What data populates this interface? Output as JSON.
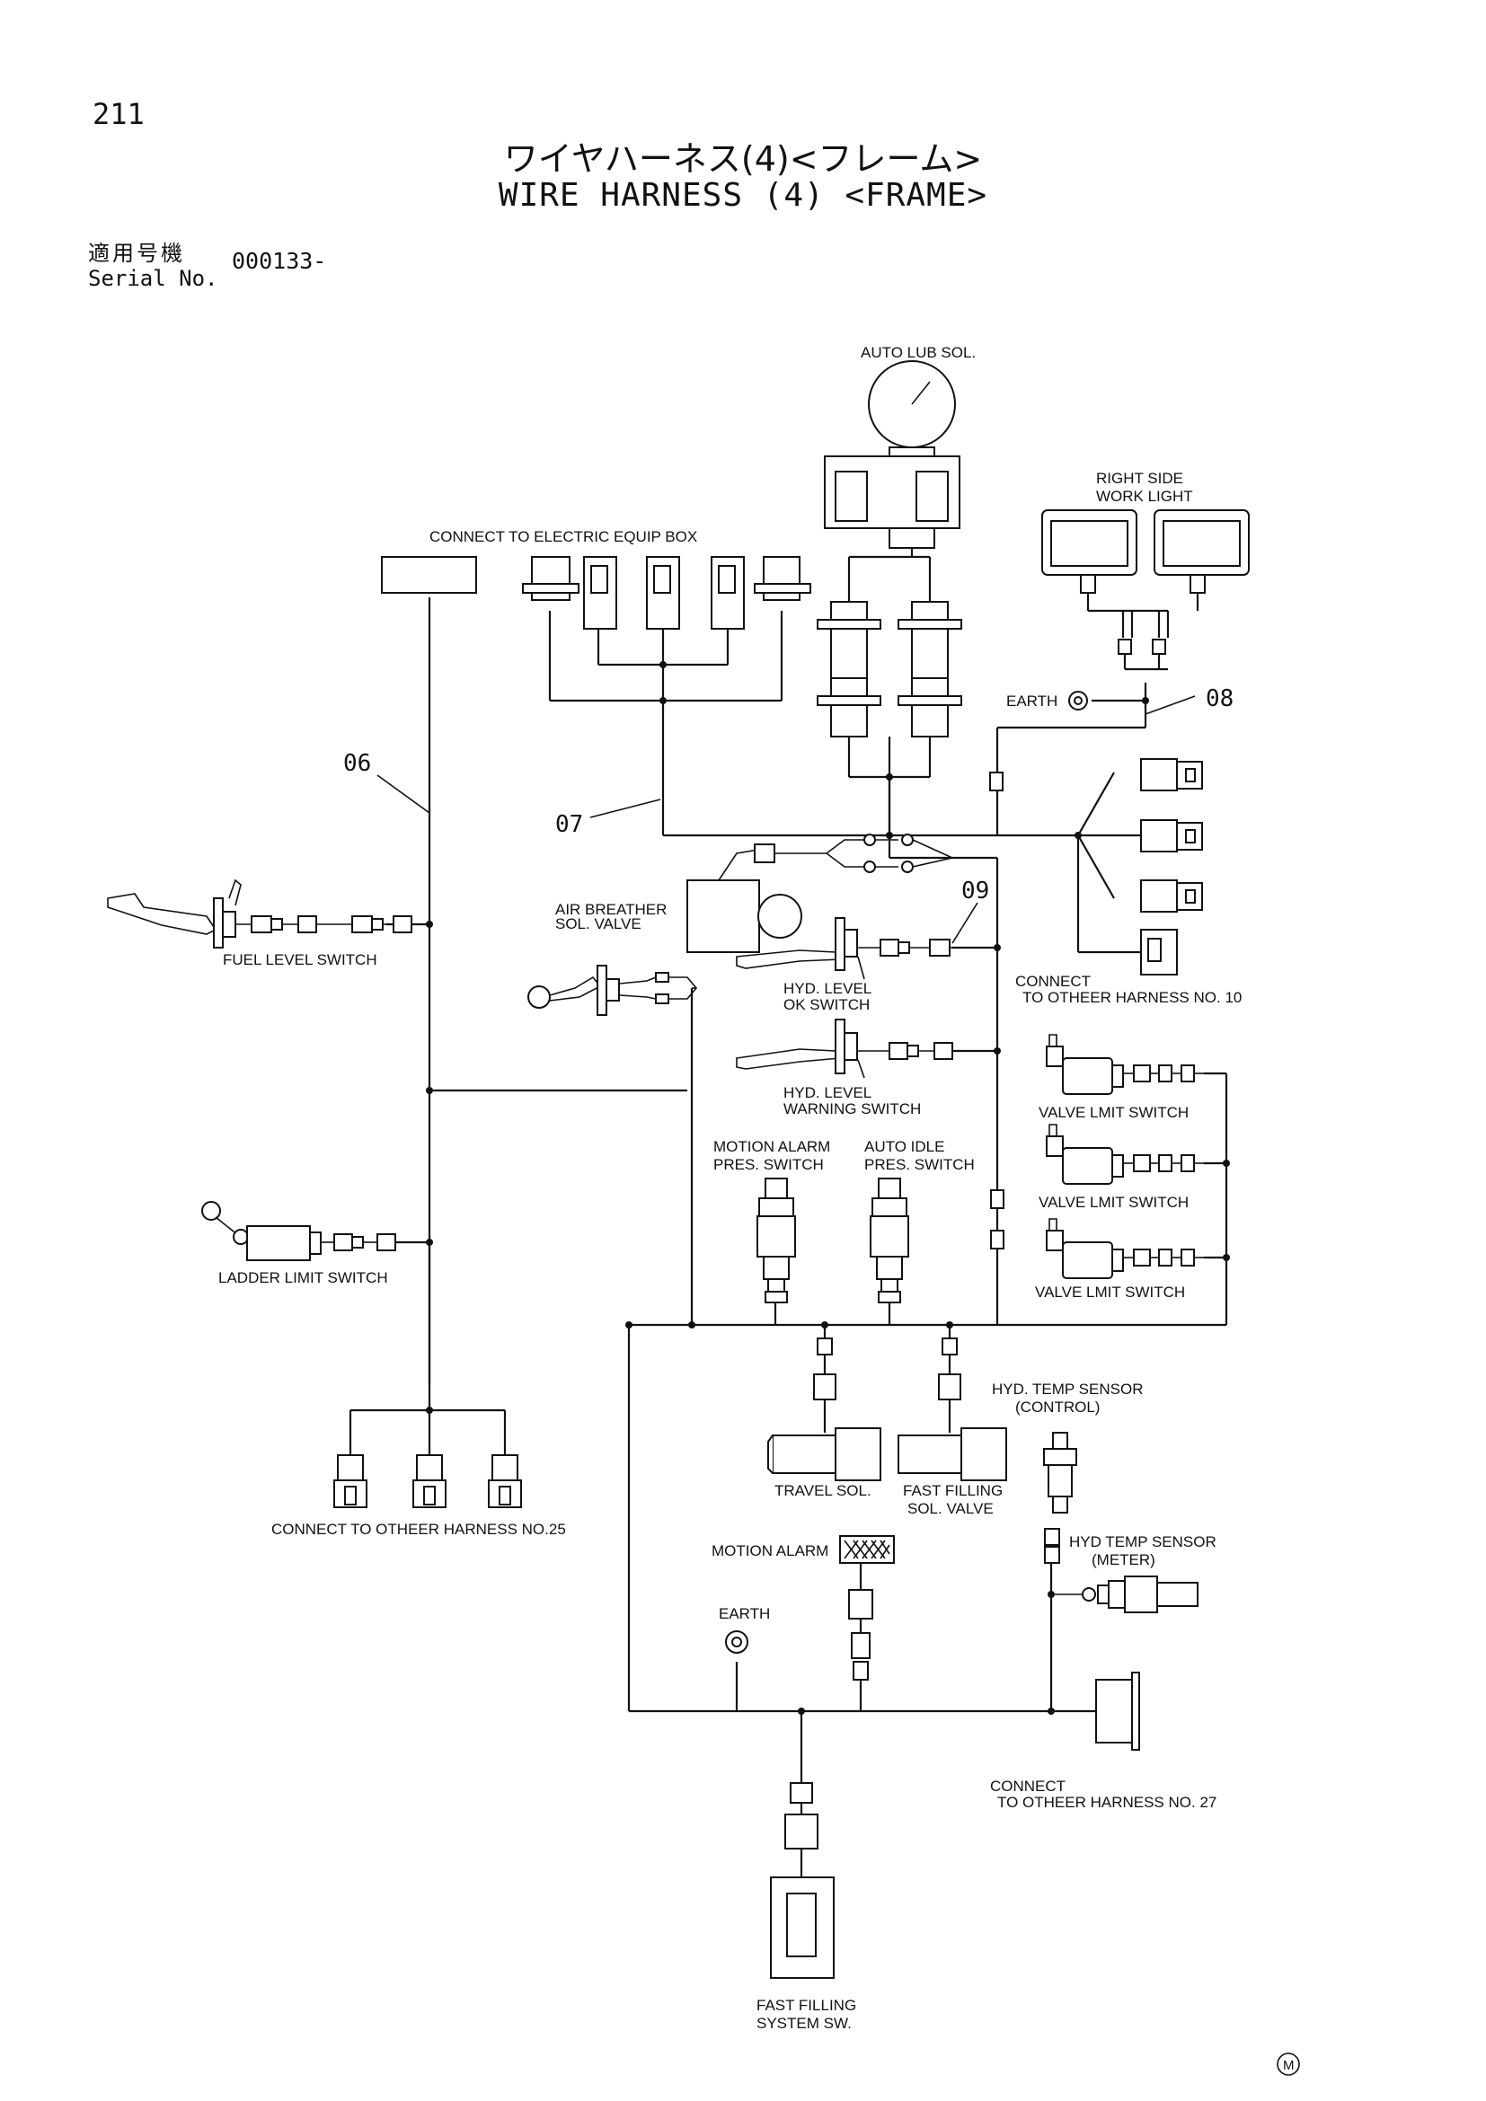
{
  "page_number": "211",
  "title_jp": "ワイヤハーネス(4)<フレーム>",
  "title_en": "WIRE HARNESS (4) <FRAME>",
  "serial": {
    "label_jp": "適用号機",
    "label_en": "Serial No.",
    "value": "000133-"
  },
  "components": {
    "auto_lub_sol": "AUTO LUB SOL.",
    "right_side_work_light_1": "RIGHT SIDE",
    "right_side_work_light_2": "WORK LIGHT",
    "connect_electric_equip_box": "CONNECT TO ELECTRIC EQUIP BOX",
    "earth_top": "EARTH",
    "air_breather_1": "AIR BREATHER",
    "air_breather_2": "SOL. VALVE",
    "fuel_level_switch": "FUEL LEVEL SWITCH",
    "hyd_level_ok_1": "HYD. LEVEL",
    "hyd_level_ok_2": "OK SWITCH",
    "connect_harness_10_1": "CONNECT",
    "connect_harness_10_2": "TO OTHEER HARNESS NO. 10",
    "hyd_level_warning_1": "HYD. LEVEL",
    "hyd_level_warning_2": "WARNING SWITCH",
    "valve_limit_switch_1": "VALVE LMIT SWITCH",
    "valve_limit_switch_2": "VALVE LMIT SWITCH",
    "valve_limit_switch_3": "VALVE LMIT SWITCH",
    "motion_alarm_pres_1": "MOTION ALARM",
    "motion_alarm_pres_2": "PRES. SWITCH",
    "auto_idle_pres_1": "AUTO IDLE",
    "auto_idle_pres_2": "PRES. SWITCH",
    "ladder_limit_switch": "LADDER LIMIT SWITCH",
    "hyd_temp_control_1": "HYD. TEMP SENSOR",
    "hyd_temp_control_2": "(CONTROL)",
    "travel_sol": "TRAVEL SOL.",
    "fast_filling_sol_1": "FAST FILLING",
    "fast_filling_sol_2": "SOL. VALVE",
    "connect_harness_25": "CONNECT TO OTHEER HARNESS NO.25",
    "motion_alarm": "MOTION ALARM",
    "hyd_temp_meter_1": "HYD TEMP SENSOR",
    "hyd_temp_meter_2": "(METER)",
    "earth_bottom": "EARTH",
    "connect_harness_27_1": "CONNECT",
    "connect_harness_27_2": "TO OTHEER HARNESS NO. 27",
    "fast_filling_system_1": "FAST FILLING",
    "fast_filling_system_2": "SYSTEM SW."
  },
  "callouts": {
    "c06": "06",
    "c07": "07",
    "c08": "08",
    "c09": "09"
  },
  "mark": "M"
}
